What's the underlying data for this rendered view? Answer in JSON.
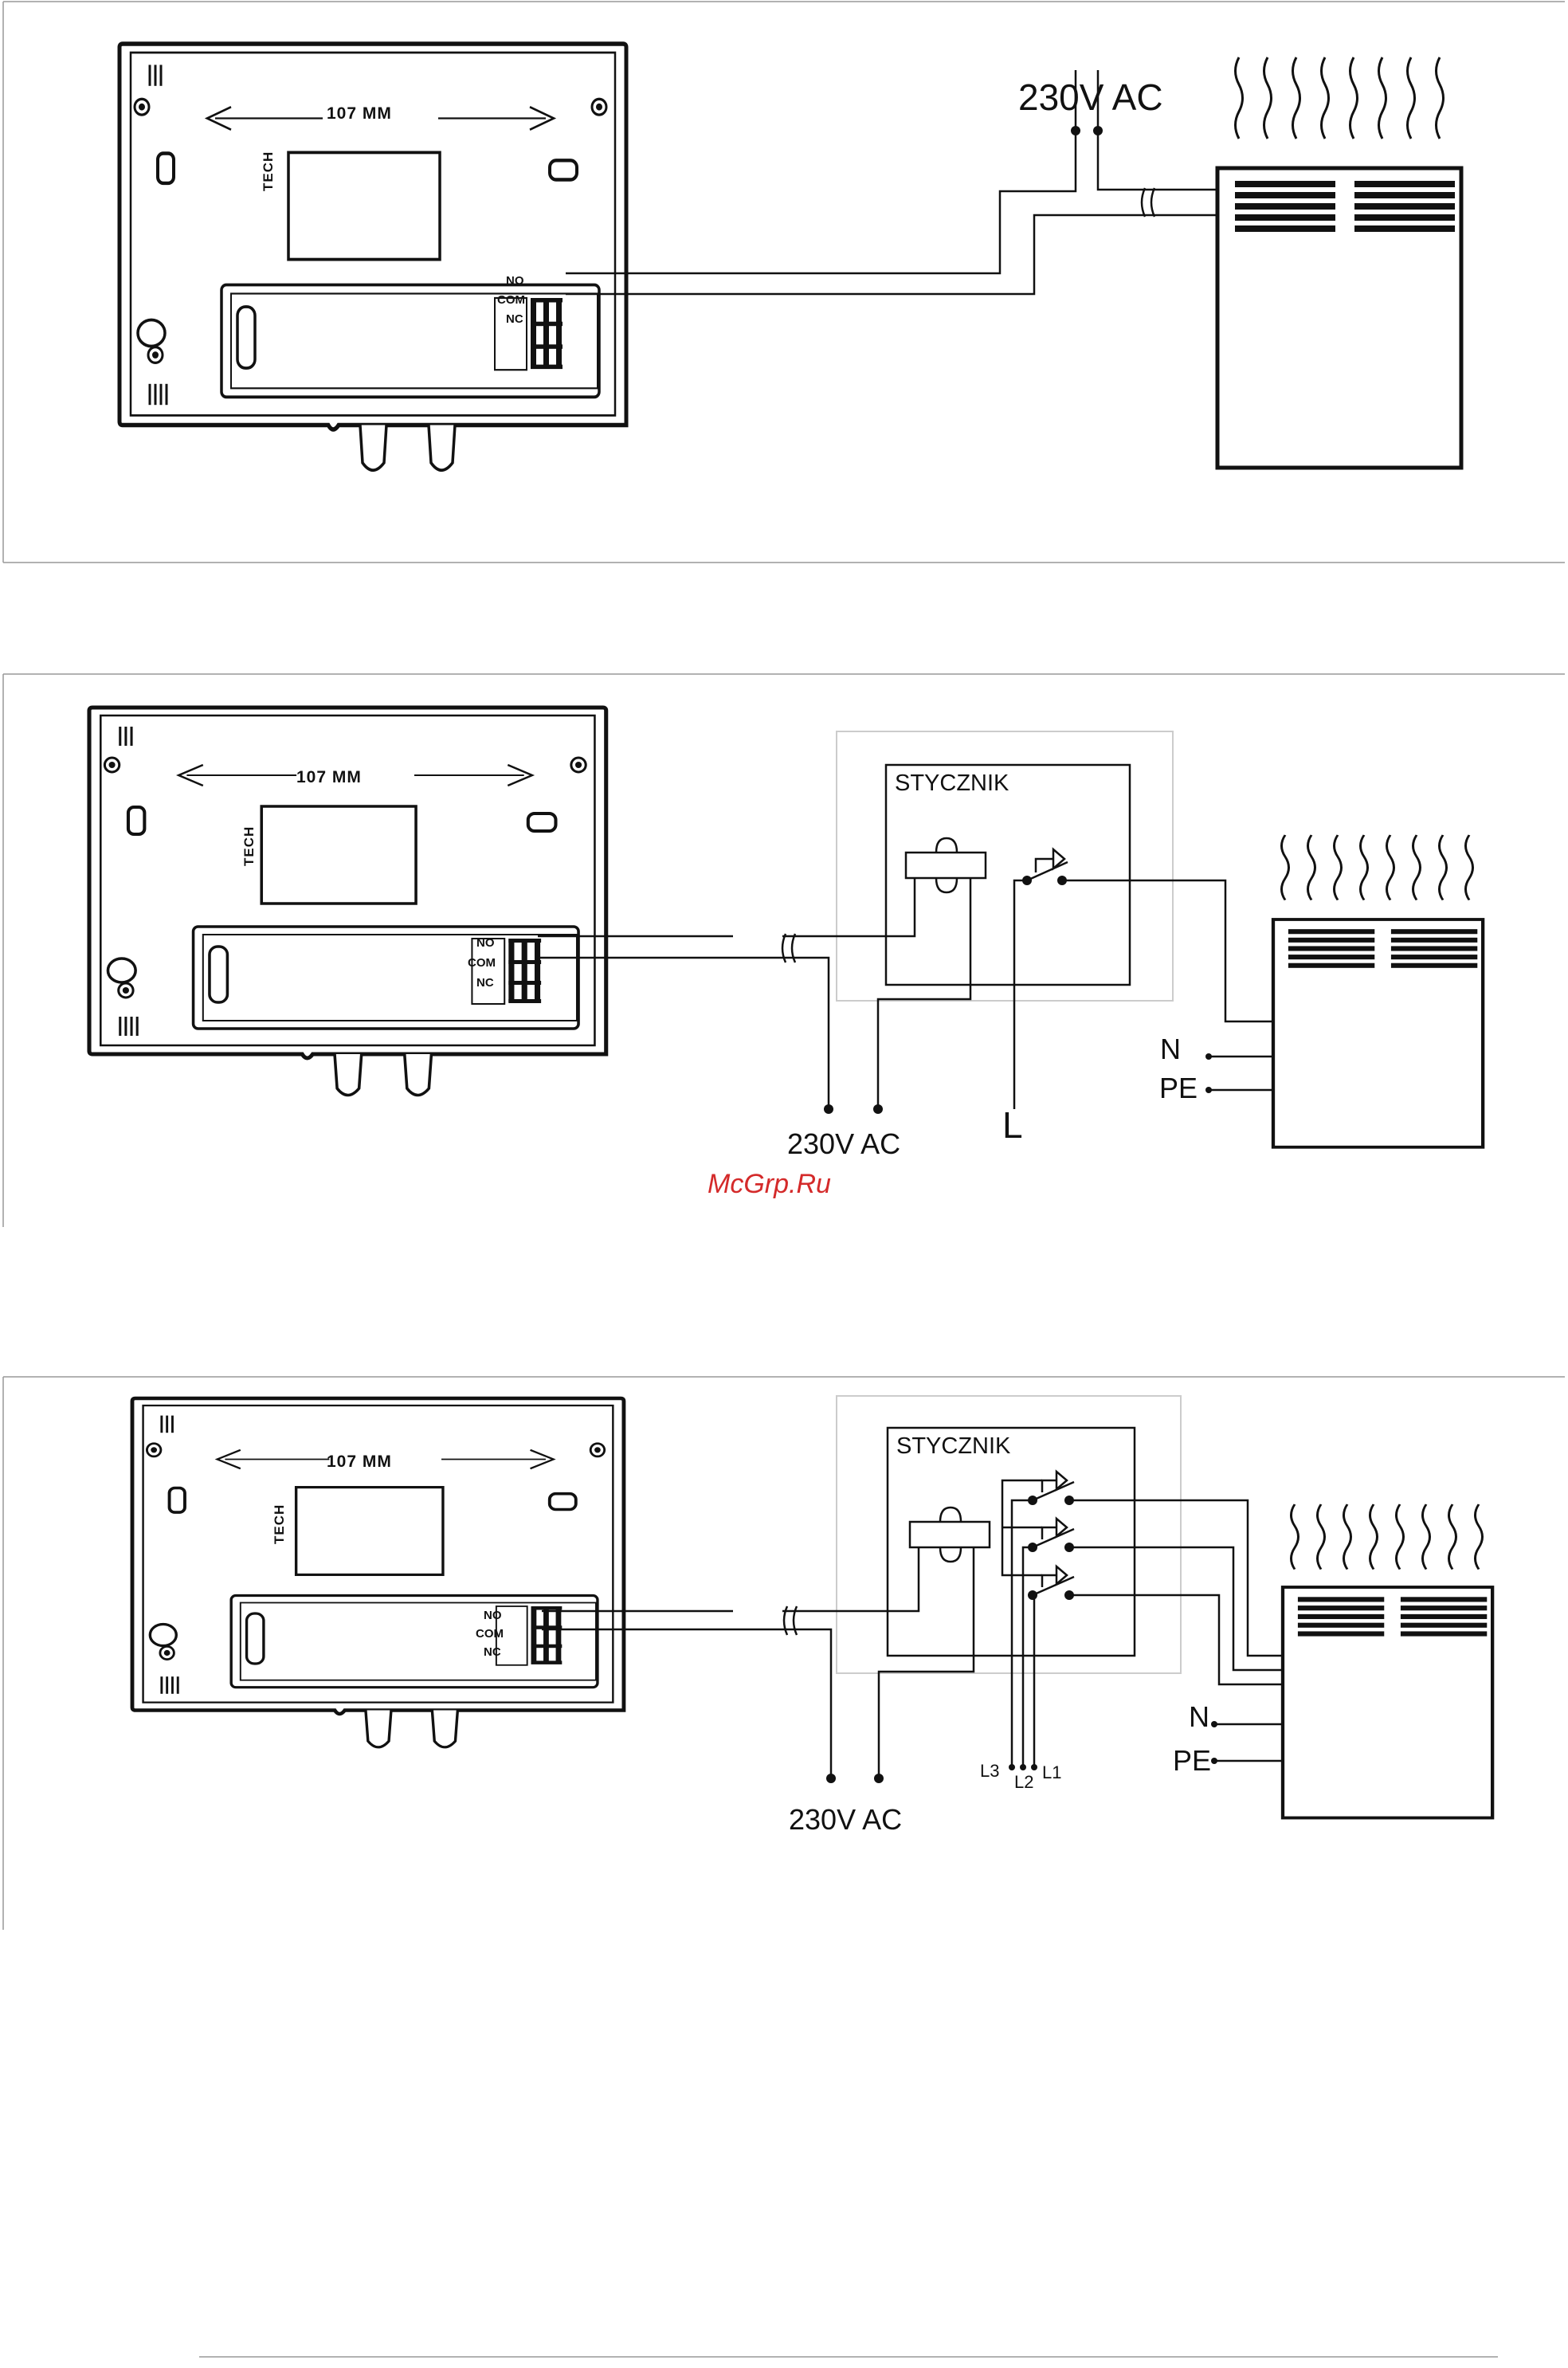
{
  "watermark": "McGrp.Ru",
  "common": {
    "dimension": "107 MM",
    "brand": "TECH",
    "terminals": [
      "NO",
      "COM",
      "NC"
    ]
  },
  "panel1": {
    "supply_label": "230V AC"
  },
  "panel2": {
    "contactor_label": "STYCZNIK",
    "supply_label": "230V AC",
    "neutral_label": "N",
    "earth_label": "PE",
    "line_label": "L"
  },
  "panel3": {
    "contactor_label": "STYCZNIK",
    "supply_label": "230V AC",
    "neutral_label": "N",
    "earth_label": "PE",
    "phase_labels": [
      "L3",
      "L2",
      "L1"
    ]
  }
}
